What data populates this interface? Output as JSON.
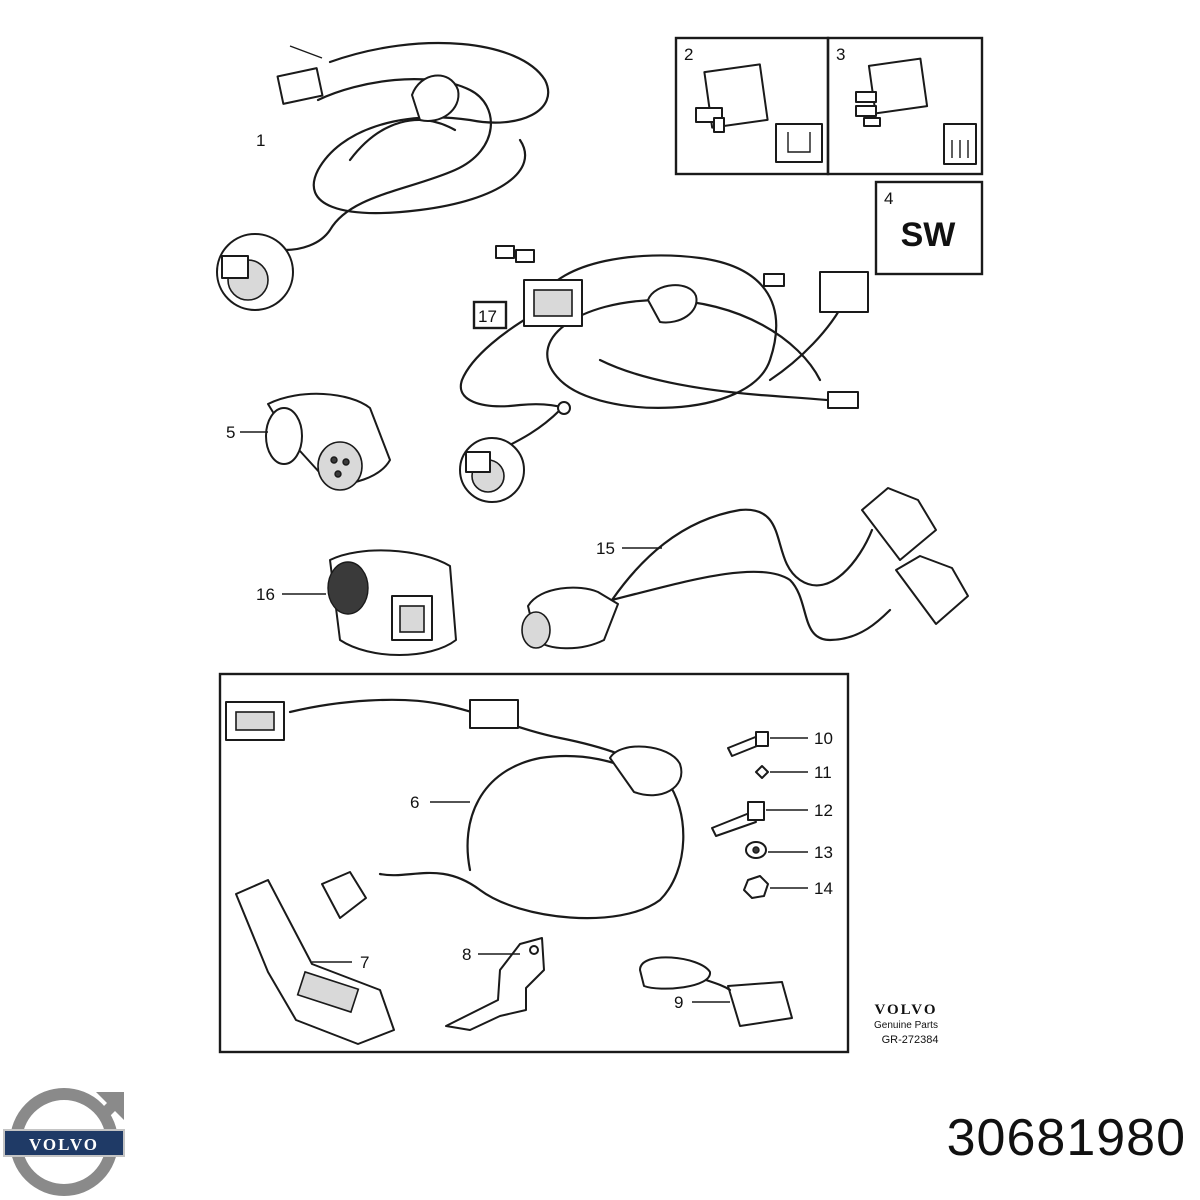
{
  "callouts": {
    "c1": "1",
    "c2": "2",
    "c3": "3",
    "c4": "4",
    "c5": "5",
    "c6": "6",
    "c7": "7",
    "c8": "8",
    "c9": "9",
    "c10": "10",
    "c11": "11",
    "c12": "12",
    "c13": "13",
    "c14": "14",
    "c15": "15",
    "c16": "16",
    "c17": "17"
  },
  "badge_sw": "SW",
  "brand_block": {
    "wordmark": "VOLVO",
    "tagline": "Genuine Parts",
    "ref_code": "GR-272384"
  },
  "logo": {
    "wordmark": "VOLVO",
    "colors": {
      "ring": "#8a8a8a",
      "band": "#1f3a66",
      "text": "#ffffff"
    }
  },
  "part_number": "30681980"
}
